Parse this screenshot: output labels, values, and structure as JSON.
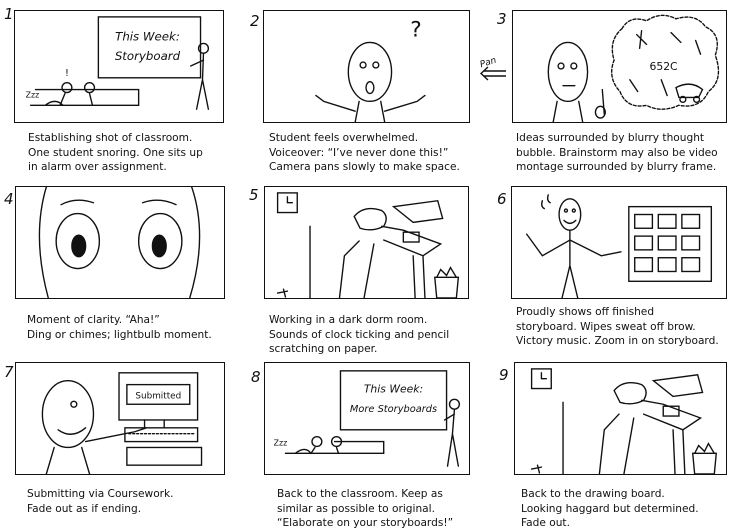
{
  "panels": [
    {
      "number": "1",
      "caption": [
        "Establishing shot of classroom.",
        "One student snoring. One sits up",
        "in alarm over assignment."
      ],
      "board": [
        "This Week:",
        "Storyboard"
      ],
      "zzz": "Zzz",
      "alarm": "!"
    },
    {
      "number": "2",
      "caption": [
        "Student feels overwhelmed.",
        "Voiceover: “I’ve never done this!”",
        "Camera pans slowly to make space."
      ],
      "question": "?"
    },
    {
      "number": "3",
      "caption": [
        "Ideas surrounded by blurry thought",
        "bubble. Brainstorm may also be video",
        "montage surrounded by blurry frame."
      ],
      "bubble_text": "652C",
      "pan_label": "Pan"
    },
    {
      "number": "4",
      "caption": [
        "Moment of clarity. “Aha!”",
        "Ding or chimes; lightbulb moment."
      ]
    },
    {
      "number": "5",
      "caption": [
        "Working in a dark dorm room.",
        "Sounds of clock ticking and pencil",
        "scratching on paper."
      ]
    },
    {
      "number": "6",
      "caption": [
        "Proudly shows off finished",
        "storyboard. Wipes sweat off brow.",
        "Victory music. Zoom in on storyboard."
      ]
    },
    {
      "number": "7",
      "caption": [
        "Submitting via Coursework.",
        "Fade out as if ending."
      ],
      "screen_text": "Submitted"
    },
    {
      "number": "8",
      "caption": [
        "Back to the classroom. Keep as",
        "similar as possible to original.",
        "“Elaborate on your storyboards!”"
      ],
      "board": [
        "This Week:",
        "More Storyboards"
      ],
      "zzz": "Zzz"
    },
    {
      "number": "9",
      "caption": [
        "Back to the drawing board.",
        "Looking haggard but determined.",
        "Fade out."
      ]
    }
  ]
}
